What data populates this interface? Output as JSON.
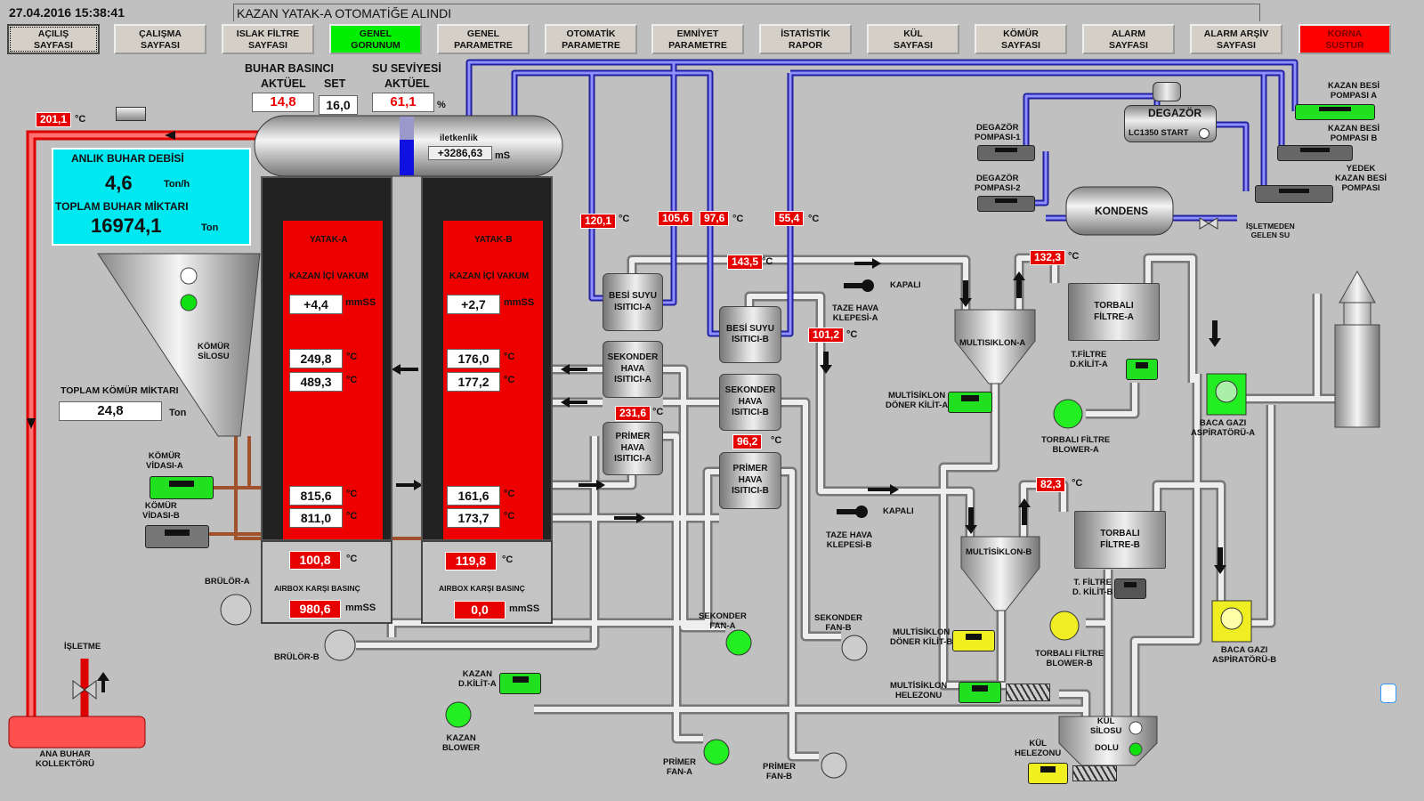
{
  "header": {
    "datetime": "27.04.2016 15:38:41",
    "message": "KAZAN YATAK-A OTOMATİĞE ALINDI"
  },
  "nav": [
    {
      "label": "AÇILIŞ\nSAYFASI"
    },
    {
      "label": "ÇALIŞMA\nSAYFASI"
    },
    {
      "label": "ISLAK FİLTRE\nSAYFASI"
    },
    {
      "label": "GENEL\nGORUNUM",
      "active": true
    },
    {
      "label": "GENEL\nPARAMETRE"
    },
    {
      "label": "OTOMATİK\nPARAMETRE"
    },
    {
      "label": "EMNİYET\nPARAMETRE"
    },
    {
      "label": "İSTATİSTİK\nRAPOR"
    },
    {
      "label": "KÜL\nSAYFASI"
    },
    {
      "label": "KÖMÜR\nSAYFASI"
    },
    {
      "label": "ALARM\nSAYFASI"
    },
    {
      "label": "ALARM ARŞİV\nSAYFASI"
    },
    {
      "label": "KORNA\nSUSTUR",
      "alarm": true
    }
  ],
  "colors": {
    "active": "#00ee00",
    "alarm": "#ff0000",
    "value_bg": "#e60000",
    "water_pipe": "#4040d0",
    "steam_pipe": "#ff4040",
    "info_panel": "#00e8f0"
  },
  "drum": {
    "buhar_basinci": "BUHAR BASINCI",
    "aktuel": "AKTÜEL",
    "set": "SET",
    "pressure_actual": "14,8",
    "pressure_set": "16,0",
    "su_seviyesi": "SU SEVİYESİ",
    "su_aktuel": "AKTÜEL",
    "level": "61,1",
    "level_unit": "%",
    "level_percent": 61.1,
    "iletkenlik_label": "iletkenlik",
    "iletkenlik": "+3286,63",
    "iletkenlik_unit": "mS"
  },
  "steam": {
    "temp": "201,1",
    "unit": "°C",
    "anlik_label": "ANLIK BUHAR DEBİSİ",
    "anlik": "4,6",
    "anlik_unit": "Ton/h",
    "toplam_label": "TOPLAM BUHAR MİKTARI",
    "toplam": "16974,1",
    "toplam_unit": "Ton",
    "collector": "ANA BUHAR\nKOLLEKTÖRÜ",
    "isletme": "İŞLETME"
  },
  "coal": {
    "silo": "KÖMÜR\nSİLOSU",
    "toplam_label": "TOPLAM KÖMÜR MİKTARI",
    "toplam": "24,8",
    "unit": "Ton",
    "vida_a": "KÖMÜR\nVİDASI-A",
    "vida_b": "KÖMÜR\nVİDASI-B"
  },
  "bed_a": {
    "title": "YATAK-A",
    "vakum_label": "KAZAN İÇİ VAKUM",
    "vakum": "+4,4",
    "vakum_unit": "mmSS",
    "t1": "249,8",
    "t2": "489,3",
    "t3": "815,6",
    "t4": "811,0",
    "airbox_temp": "100,8",
    "airbox_label": "AIRBOX KARŞI BASINÇ",
    "airbox": "980,6",
    "burner": "BRÜLÖR-A"
  },
  "bed_b": {
    "title": "YATAK-B",
    "vakum_label": "KAZAN İÇİ VAKUM",
    "vakum": "+2,7",
    "vakum_unit": "mmSS",
    "t1": "176,0",
    "t2": "177,2",
    "t3": "161,6",
    "t4": "173,7",
    "airbox_temp": "119,8",
    "airbox_label": "AIRBOX KARŞI BASINÇ",
    "airbox": "0,0",
    "burner": "BRÜLÖR-B"
  },
  "units": {
    "c": "°C",
    "mmss": "mmSS"
  },
  "heaters": {
    "besi_a": "BESİ SUYU\nISITICI-A",
    "sek_a": "SEKONDER\nHAVA\nISITICI-A",
    "pri_a": "PRİMER\nHAVA\nISITICI-A",
    "besi_b": "BESİ SUYU\nISITICI-B",
    "sek_b": "SEKONDER\nHAVA\nISITICI-B",
    "pri_b": "PRİMER\nHAVA\nISITICI-B"
  },
  "temps": {
    "t120": "120,1",
    "t105": "105,6",
    "t97": "97,6",
    "t55": "55,4",
    "t143": "143,5",
    "t101": "101,2",
    "t231": "231,6",
    "t96": "96,2",
    "t132": "132,3",
    "t82": "82,3"
  },
  "dampers": {
    "a": "TAZE HAVA\nKLEPESİ-A",
    "a_state": "KAPALI",
    "b": "TAZE HAVA\nKLEPESİ-B",
    "b_state": "KAPALI"
  },
  "fans": {
    "kazan_blower": "KAZAN\nBLOWER",
    "kazan_kilit": "KAZAN\nD.KİLİT-A",
    "sek_a": "SEKONDER\nFAN-A",
    "sek_b": "SEKONDER\nFAN-B",
    "pri_a": "PRİMER\nFAN-A",
    "pri_b": "PRİMER\nFAN-B"
  },
  "water": {
    "degazor": "DEGAZÖR",
    "lc": "LC1350 START",
    "kondens": "KONDENS",
    "deg_p1": "DEGAZÖR\nPOMPASI-1",
    "deg_p2": "DEGAZÖR\nPOMPASI-2",
    "besi_a": "KAZAN BESİ\nPOMPASI A",
    "besi_b": "KAZAN BESİ\nPOMPASI B",
    "yedek": "YEDEK\nKAZAN BESİ\nPOMPASI",
    "isletmeden": "İŞLETMEDEN\nGELEN SU"
  },
  "flue": {
    "ms_a": "MULTISIKLON-A",
    "ms_b": "MULTİSİKLON-B",
    "tf_a": "TORBALI\nFİLTRE-A",
    "tf_b": "TORBALI\nFİLTRE-B",
    "tf_kilit_a": "T.FİLTRE\nD.KİLİT-A",
    "tf_kilit_b": "T. FİLTRE\nD. KİLİT-B",
    "ms_kilit_a": "MULTİSİKLON\nDÖNER KİLİT-A",
    "ms_kilit_b": "MULTİSİKLON\nDÖNER KİLİT-B",
    "ms_helezon": "MULTİSİKLON\nHELEZONU",
    "blower_a": "TORBALI FİLTRE\nBLOWER-A",
    "blower_b": "TORBALI FİLTRE\nBLOWER-B",
    "asp_a": "BACA GAZI\nASPİRATÖRÜ-A",
    "asp_b": "BACA GAZI\nASPİRATÖRÜ-B",
    "kul_silo": "KÜL\nSİLOSU",
    "dolu": "DOLU",
    "kul_helezon": "KÜL\nHELEZONU"
  }
}
